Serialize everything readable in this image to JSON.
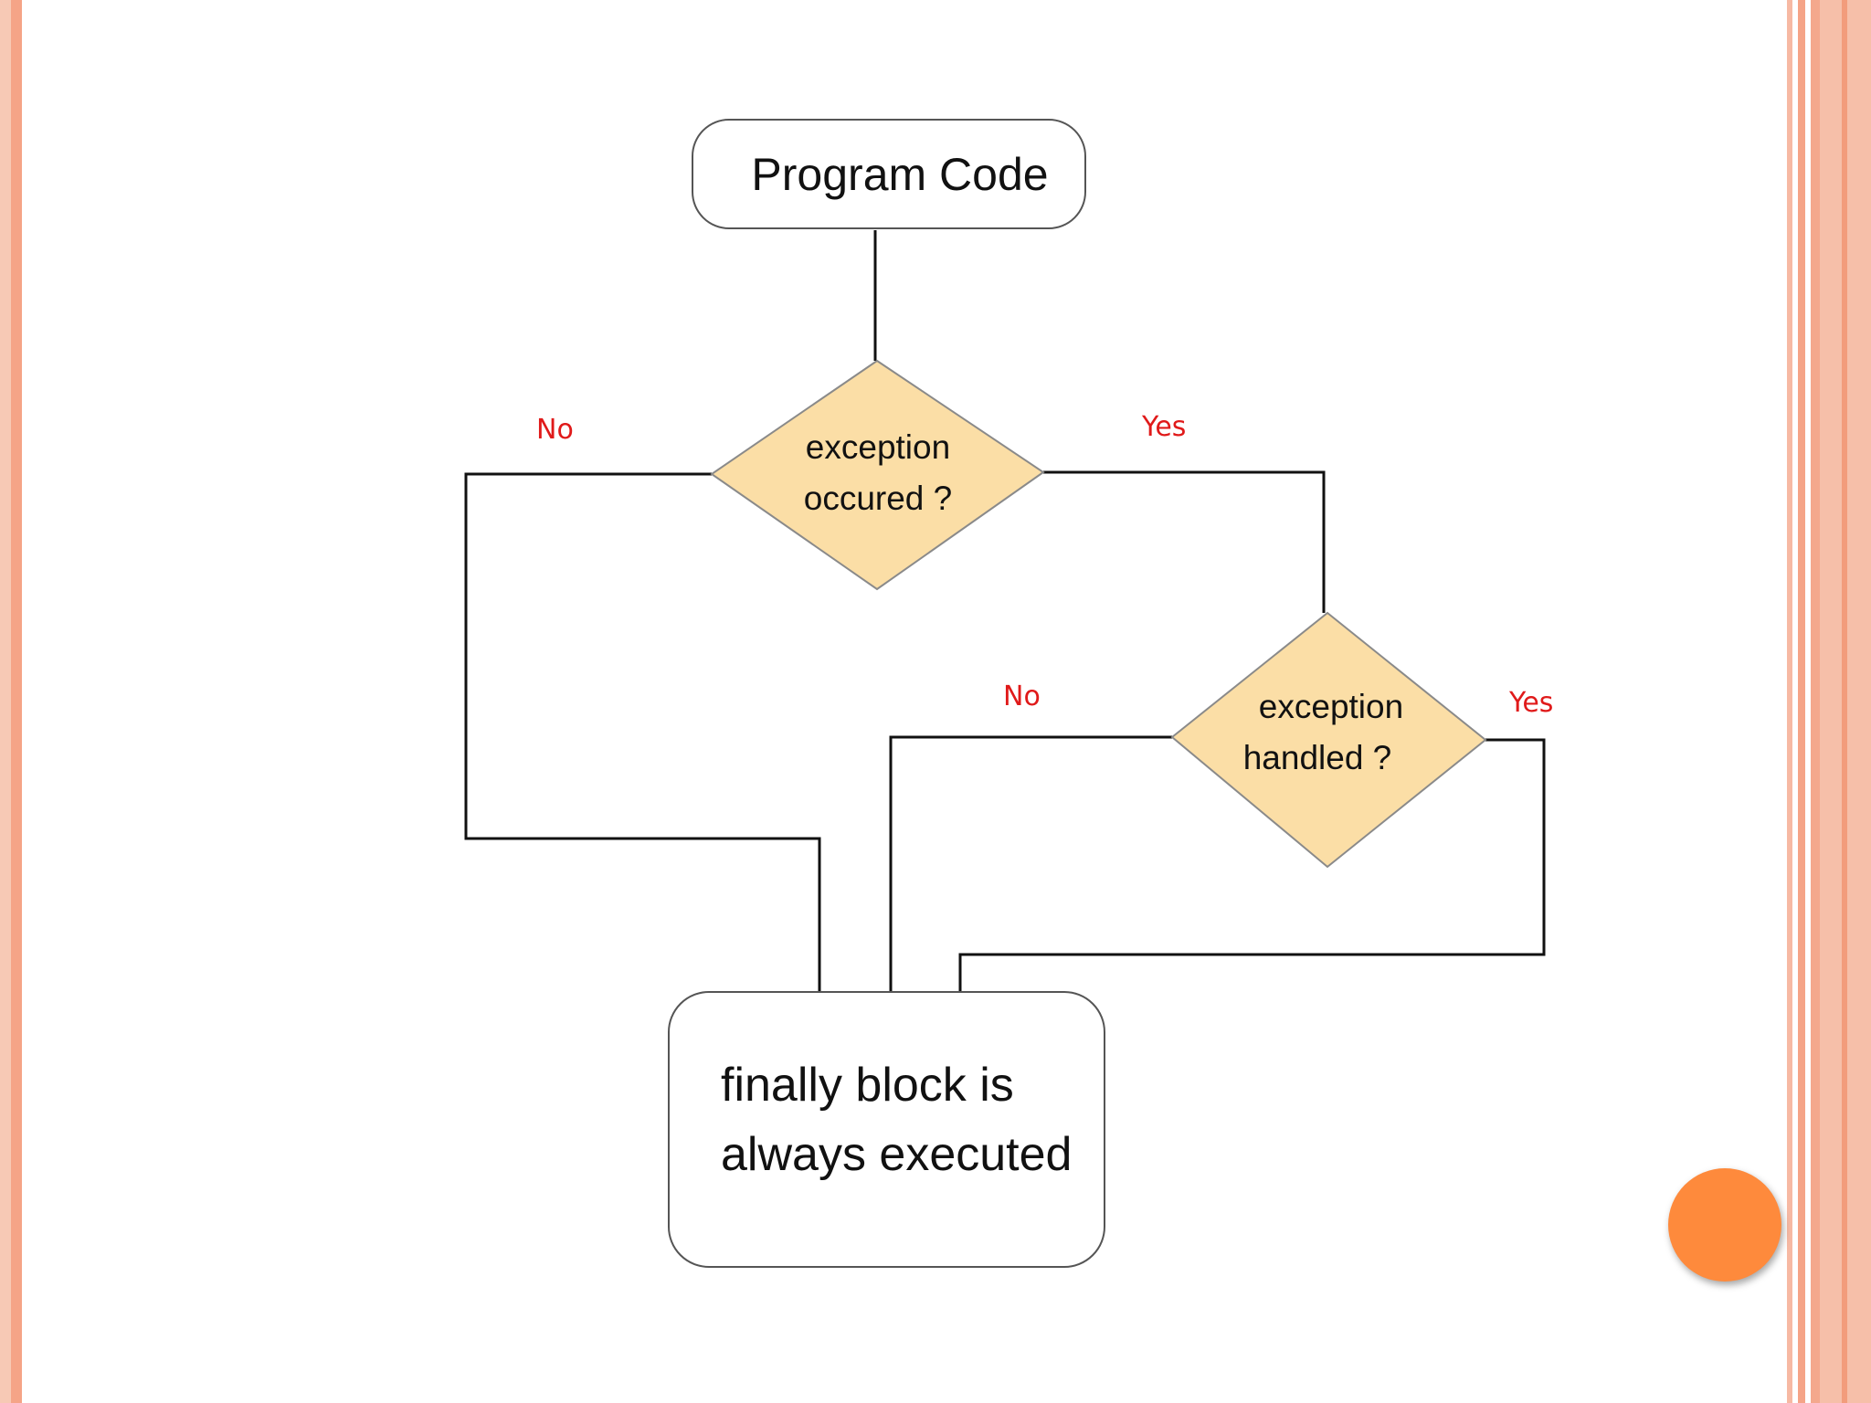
{
  "diagram": {
    "start_node": "Program Code",
    "decision_1": {
      "line1": "exception",
      "line2": "occured ?"
    },
    "decision_2": {
      "line1": "exception",
      "line2": "handled ?"
    },
    "end_node": {
      "line1": "finally block is",
      "line2": "always executed"
    },
    "labels": {
      "d1_no": "No",
      "d1_yes": "Yes",
      "d2_no": "No",
      "d2_yes": "Yes"
    }
  },
  "colors": {
    "decision_fill": "#fbdea6",
    "decision_stroke": "#8a8a8a",
    "branch_label": "#e01a1a",
    "accent_dot": "#fe8a3c",
    "stripe_light": "#f7c9b5",
    "stripe_dark": "#f5a487"
  }
}
